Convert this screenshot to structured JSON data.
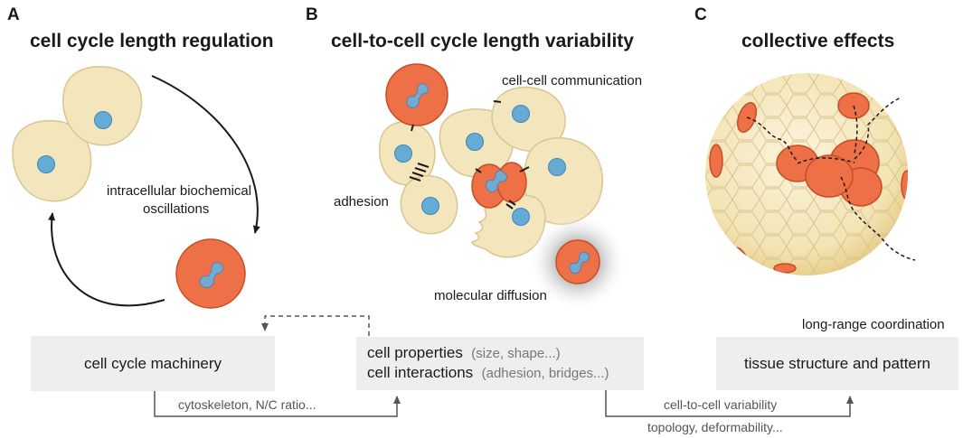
{
  "panels": [
    {
      "letter": "A",
      "title": "cell cycle length regulation"
    },
    {
      "letter": "B",
      "title": "cell-to-cell cycle length variability"
    },
    {
      "letter": "C",
      "title": "collective effects"
    }
  ],
  "labels": {
    "oscillations_line1": "intracellular biochemical",
    "oscillations_line2": "oscillations",
    "communication": "cell-cell communication",
    "adhesion": "adhesion",
    "diffusion": "molecular diffusion",
    "long_range": "long-range coordination"
  },
  "boxes": {
    "machinery": "cell cycle machinery",
    "properties_main": "cell properties",
    "properties_detail": "(size, shape...)",
    "interactions_main": "cell interactions",
    "interactions_detail": "(adhesion, bridges...)",
    "tissue": "tissue structure and pattern"
  },
  "arrows": {
    "left_label": "cytoskeleton, N/C ratio...",
    "right_label_1": "cell-to-cell variability",
    "right_label_2": "topology, deformability..."
  }
}
